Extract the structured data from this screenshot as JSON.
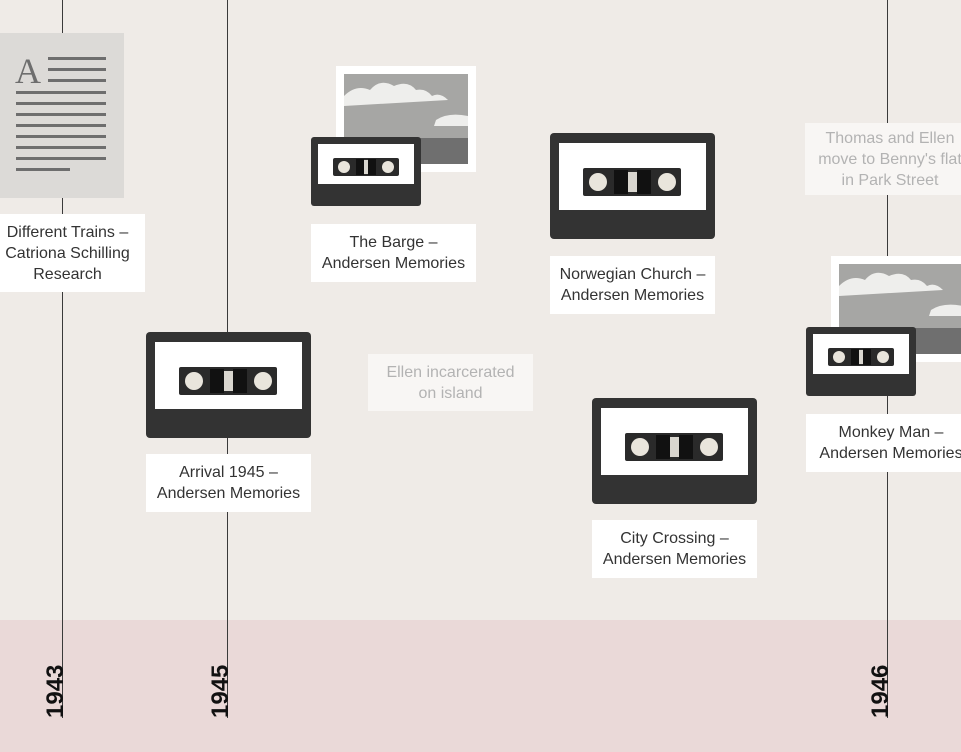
{
  "timeline": {
    "years": [
      {
        "label": "1943"
      },
      {
        "label": "1945"
      },
      {
        "label": "1946"
      }
    ],
    "events": [
      {
        "text": "Different Trains –\nCatriona Schilling\nResearch",
        "icon": "document-icon"
      },
      {
        "text": "The Barge –\nAndersen Memories",
        "icon": "cassette-icon"
      },
      {
        "text": "Norwegian Church –\nAndersen Memories",
        "icon": "cassette-icon"
      },
      {
        "text": "Thomas and Ellen\nmove to Benny's flat\nin Park Street",
        "icon": ""
      },
      {
        "text": "Arrival 1945 –\nAndersen Memories",
        "icon": "cassette-icon"
      },
      {
        "text": "Ellen incarcerated\non island",
        "icon": ""
      },
      {
        "text": "City Crossing –\nAndersen Memories",
        "icon": "cassette-icon"
      },
      {
        "text": "Monkey Man –\nAndersen Memories",
        "icon": "cassette-icon"
      }
    ]
  },
  "colors": {
    "background": "#efebe7",
    "band": "#ead9d8",
    "cassette": "#333333",
    "faded_text": "#b3b3b3"
  }
}
